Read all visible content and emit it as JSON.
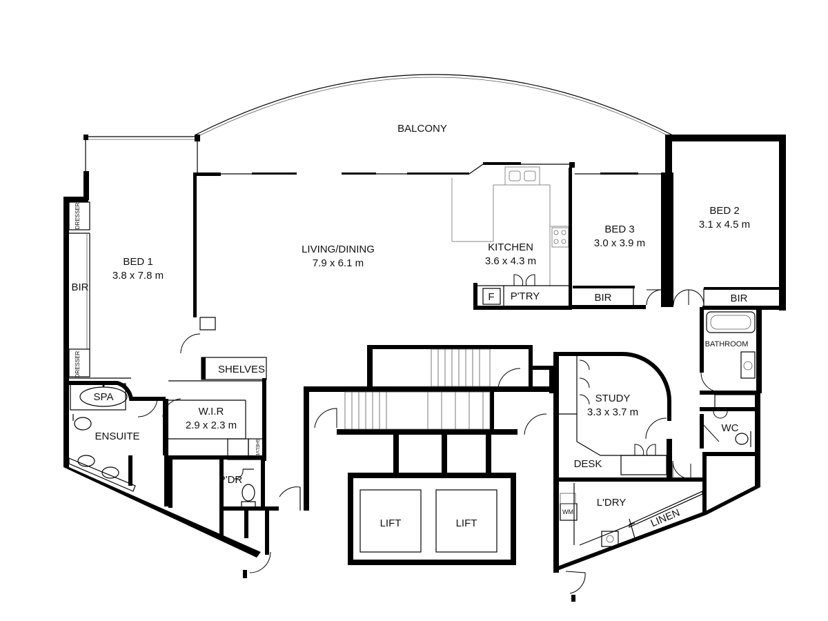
{
  "plan": {
    "rooms": {
      "balcony": "BALCONY",
      "living": {
        "name": "LIVING/DINING",
        "size": "7.9 x 6.1 m"
      },
      "kitchen": {
        "name": "KITCHEN",
        "size": "3.6 x 4.3 m"
      },
      "bed1": {
        "name": "BED 1",
        "size": "3.8 x 7.8 m"
      },
      "bed2": {
        "name": "BED 2",
        "size": "3.1 x 4.5 m"
      },
      "bed3": {
        "name": "BED 3",
        "size": "3.0 x 3.9 m"
      },
      "study": {
        "name": "STUDY",
        "size": "3.3 x 3.7 m"
      },
      "wir": {
        "name": "W.I.R",
        "size": "2.9 x 2.3 m"
      },
      "ensuite": "ENSUITE",
      "spa": "SPA",
      "bathroom": "BATHROOM",
      "wc": "WC",
      "laundry": "L'DRY",
      "linen": "LINEN",
      "powder": "P'DR",
      "pantry": "P'TRY",
      "fridge": "F",
      "desk": "DESK",
      "shelves": "SHELVES",
      "shelves_small": "SHELVES",
      "bir": "BIR",
      "dresser": "DRESSER",
      "lift": "LIFT",
      "wm": "WM"
    }
  }
}
